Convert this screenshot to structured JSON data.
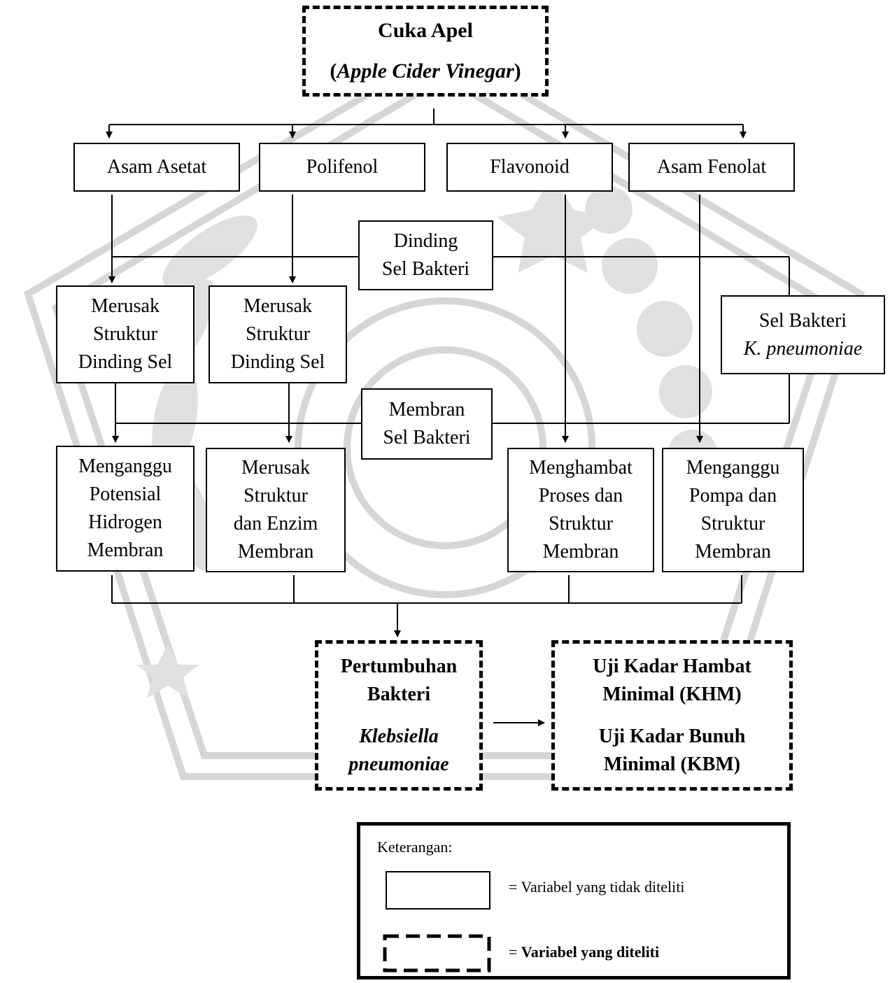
{
  "source": {
    "title": "Cuka Apel",
    "subtitle_open": "(",
    "subtitle_italic": "Apple Cider Vinegar",
    "subtitle_close": ")"
  },
  "compounds": [
    {
      "label": "Asam Asetat"
    },
    {
      "label": "Polifenol"
    },
    {
      "label": "Flavonoid"
    },
    {
      "label": "Asam Fenolat"
    }
  ],
  "targets": {
    "cell_wall": {
      "line1": "Dinding",
      "line2": "Sel Bakteri"
    },
    "cell_membrane": {
      "line1": "Membran",
      "line2": "Sel Bakteri"
    },
    "bacteria_cell": {
      "line1": "Sel Bakteri",
      "line2": "K. pneumoniae"
    }
  },
  "wall_effects": [
    {
      "lines": [
        "Merusak",
        "Struktur",
        "Dinding Sel"
      ]
    },
    {
      "lines": [
        "Merusak",
        "Struktur",
        "Dinding Sel"
      ]
    }
  ],
  "membrane_effects": [
    {
      "lines": [
        "Menganggu",
        "Potensial",
        "Hidrogen",
        "Membran"
      ]
    },
    {
      "lines": [
        "Merusak",
        "Struktur",
        "dan Enzim",
        "Membran"
      ]
    },
    {
      "lines": [
        "Menghambat",
        "Proses dan",
        "Struktur",
        "Membran"
      ]
    },
    {
      "lines": [
        "Menganggu",
        "Pompa dan",
        "Struktur",
        "Membran"
      ]
    }
  ],
  "growth": {
    "line1": "Pertumbuhan",
    "line2": "Bakteri",
    "line3": "Klebsiella",
    "line4": "pneumoniae"
  },
  "tests": {
    "khm_line1": "Uji Kadar Hambat",
    "khm_line2": "Minimal (KHM)",
    "kbm_line1": "Uji Kadar Bunuh",
    "kbm_line2": "Minimal (KBM)"
  },
  "legend": {
    "title": "Keterangan:",
    "eq": "= ",
    "not_studied": "= Variabel yang tidak diteliti",
    "studied": "Variabel yang diteliti"
  },
  "colors": {
    "stroke": "#000000",
    "watermark": "#d4d4d4"
  }
}
